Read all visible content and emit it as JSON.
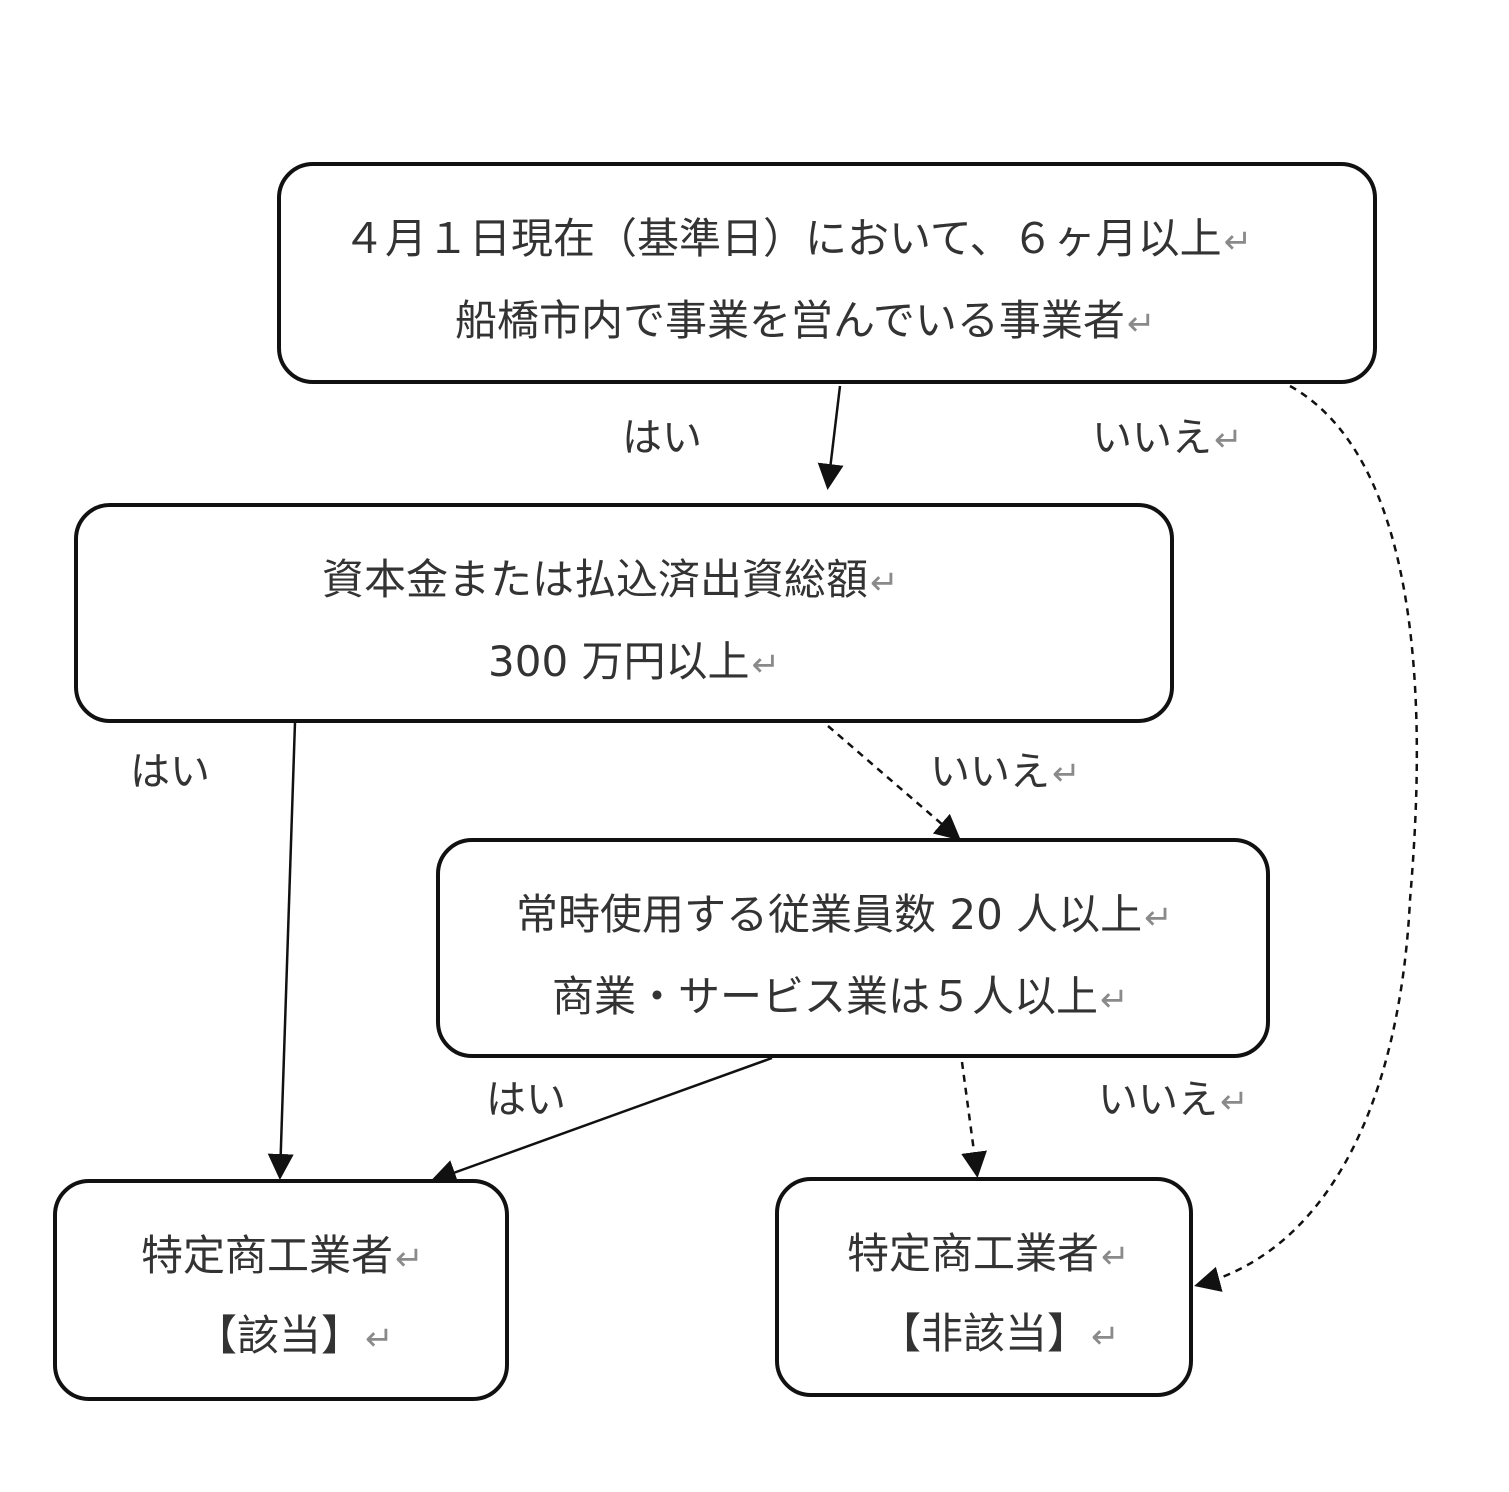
{
  "boxes": {
    "criterion_1": {
      "line1": "４月１日現在（基準日）において、６ヶ月以上",
      "line2": "船橋市内で事業を営んでいる事業者"
    },
    "criterion_2": {
      "line1": "資本金または払込済出資総額",
      "line2": "300 万円以上"
    },
    "criterion_3": {
      "line1": "常時使用する従業員数 20 人以上",
      "line2": "商業・サービス業は５人以上"
    },
    "result_applicable": {
      "line1": "特定商工業者",
      "line2": "【該当】"
    },
    "result_not_applicable": {
      "line1": "特定商工業者",
      "line2": "【非該当】"
    }
  },
  "edge_labels": {
    "c1_yes": "はい",
    "c1_no": "いいえ",
    "c2_yes": "はい",
    "c2_no": "いいえ",
    "c3_yes": "はい",
    "c3_no": "いいえ"
  },
  "return_mark": "↵",
  "colors": {
    "border": "#111111",
    "text": "#333333",
    "return_mark": "#8a8a8a"
  }
}
